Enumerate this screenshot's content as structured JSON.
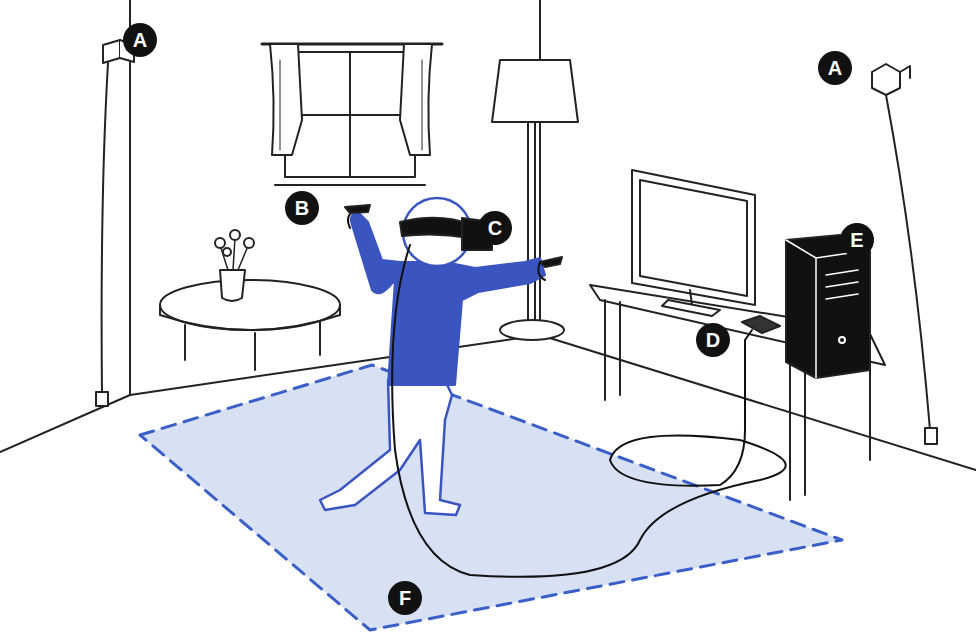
{
  "diagram": {
    "labels": [
      "A",
      "A",
      "B",
      "C",
      "E",
      "D",
      "F"
    ]
  }
}
